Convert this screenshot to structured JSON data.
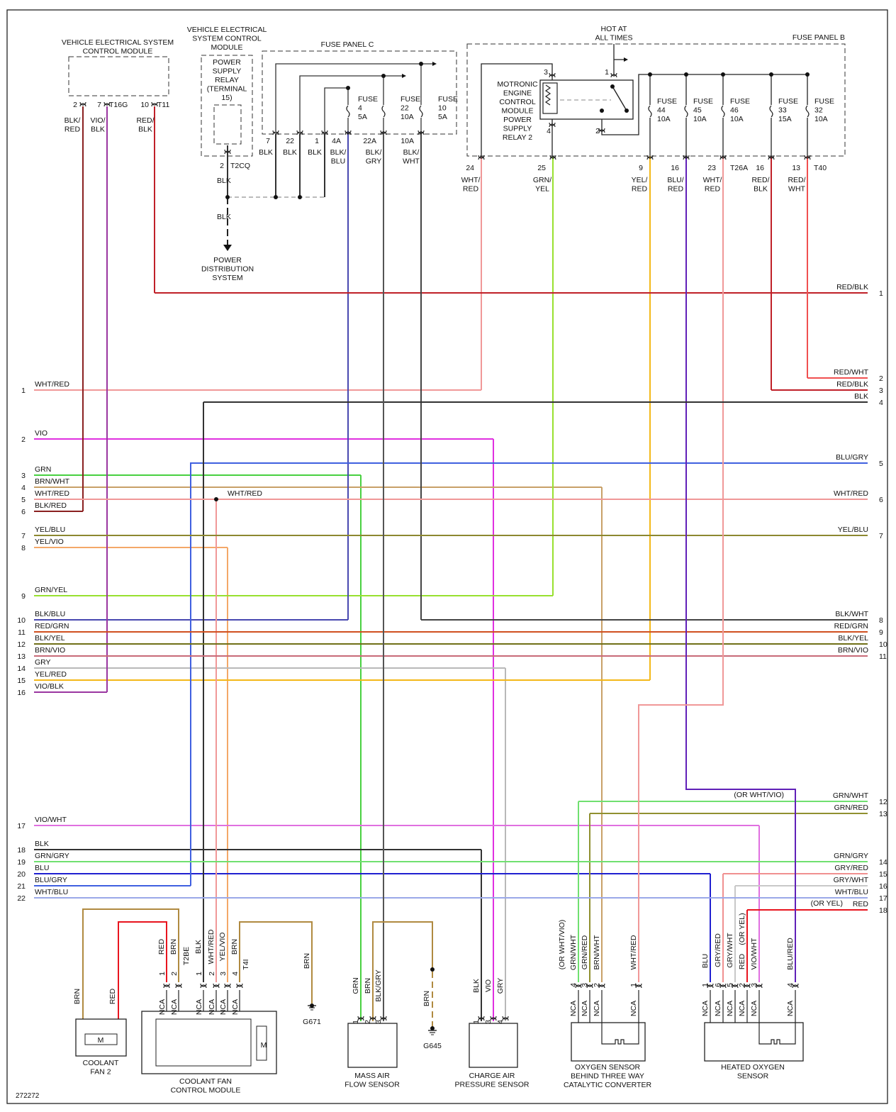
{
  "diagram_id": "272272",
  "colors": {
    "BLK": "#333333",
    "RED": "#e8141e",
    "WHT/RED": "#f09898",
    "VIO": "#e030e0",
    "GRN": "#48d040",
    "BRN": "#b08a40",
    "BRN/WHT": "#c8a068",
    "BLK/RED": "#8a2020",
    "YEL/BLU": "#8c8830",
    "YEL/VIO": "#f4a868",
    "GRN/YEL": "#98e030",
    "BLK/BLU": "#4848b0",
    "RED/GRN": "#d05020",
    "BLK/YEL": "#707018",
    "BRN/VIO": "#c86a78",
    "GRY": "#b8b8b8",
    "YEL/RED": "#f4b818",
    "VIO/BLK": "#9a36a0",
    "VIO/WHT": "#e070e0",
    "GRN/GRY": "#70e070",
    "BLU": "#2020d0",
    "BLU/GRY": "#4060e0",
    "WHT/BLU": "#9aa8e8",
    "RED/BLK": "#c02028",
    "RED/WHT": "#f05050",
    "BLU/RED": "#6020b8",
    "GRN/WHT": "#70e070",
    "GRN/RED": "#909030",
    "GRY/RED": "#f09090",
    "GRY/WHT": "#c8c8c8",
    "BLK/GRY": "#555555",
    "BLK/WHT": "#444444",
    "BLU/GRY_R": "#2828c0"
  },
  "modules": {
    "vescm_title": [
      "VEHICLE ELECTRICAL SYSTEM",
      "CONTROL MODULE"
    ],
    "vescm2_title": [
      "VEHICLE ELECTRICAL",
      "SYSTEM CONTROL",
      "MODULE"
    ],
    "psr_title": [
      "POWER",
      "SUPPLY",
      "RELAY",
      "(TERMINAL",
      "15)"
    ],
    "fuse_panel_c": "FUSE PANEL C",
    "fuse_panel_b": "FUSE PANEL B",
    "hot": [
      "HOT AT",
      "ALL TIMES"
    ],
    "motronic": [
      "MOTRONIC",
      "ENGINE",
      "CONTROL",
      "MODULE",
      "POWER",
      "SUPPLY",
      "RELAY 2"
    ],
    "pds": [
      "POWER",
      "DISTRIBUTION",
      "SYSTEM"
    ],
    "fan2": [
      "COOLANT",
      "FAN 2"
    ],
    "fancm": [
      "COOLANT FAN",
      "CONTROL MODULE"
    ],
    "maf": [
      "MASS AIR",
      "FLOW SENSOR"
    ],
    "cap": [
      "CHARGE AIR",
      "PRESSURE SENSOR"
    ],
    "o2b": [
      "OXYGEN SENSOR",
      "BEHIND THREE WAY",
      "CATALYTIC CONVERTER"
    ],
    "ho2": [
      "HEATED OXYGEN",
      "SENSOR"
    ],
    "g671": "G671",
    "g645": "G645",
    "motor": "M"
  },
  "connectors": {
    "t16g": "T16G",
    "t11": "T11",
    "t2cq": "T2CQ",
    "t26a": "T26A",
    "t40": "T40",
    "t2be": "T2BE",
    "t4i": "T4I"
  },
  "fuses_c": [
    {
      "label": [
        "FUSE",
        "4",
        "5A"
      ]
    },
    {
      "label": [
        "FUSE",
        "22",
        "10A"
      ]
    },
    {
      "label": [
        "FUSE",
        "10",
        "5A"
      ]
    }
  ],
  "fuses_b": [
    {
      "label": [
        "FUSE",
        "44",
        "10A"
      ]
    },
    {
      "label": [
        "FUSE",
        "45",
        "10A"
      ]
    },
    {
      "label": [
        "FUSE",
        "46",
        "10A"
      ]
    },
    {
      "label": [
        "FUSE",
        "33",
        "15A"
      ]
    },
    {
      "label": [
        "FUSE",
        "32",
        "10A"
      ]
    }
  ],
  "pins": {
    "vescm": [
      "2",
      "7",
      "10"
    ],
    "t2cq": "2",
    "fpc": [
      "7",
      "22",
      "1",
      "4A",
      "22A",
      "10A"
    ],
    "relay": [
      "3",
      "4",
      "1",
      "2"
    ],
    "fpb": [
      "24",
      "25",
      "9",
      "16",
      "23",
      "16",
      "13"
    ],
    "fan2cm": [
      "1",
      "2"
    ],
    "t4i": [
      "1",
      "2",
      "3",
      "4"
    ],
    "maf": [
      "1",
      "2",
      "3"
    ],
    "cap": [
      "1",
      "3",
      "4"
    ],
    "o2b": [
      "4",
      "3",
      "2",
      "1"
    ],
    "ho2": [
      "1",
      "6",
      "5",
      "2",
      "3",
      "4"
    ]
  },
  "upper_wire_labels": {
    "vescm": [
      [
        "BLK/",
        "RED"
      ],
      [
        "VIO/",
        "BLK"
      ],
      [
        "RED/",
        "BLK"
      ]
    ],
    "fpc": [
      "BLK",
      "BLK",
      "BLK",
      [
        "BLK/",
        "BLU"
      ],
      [
        "BLK/",
        "GRY"
      ],
      [
        "BLK/",
        "WHT"
      ]
    ],
    "fpb": [
      [
        "WHT/",
        "RED"
      ],
      [
        "GRN/",
        "YEL"
      ],
      [
        "YEL/",
        "RED"
      ],
      [
        "BLU/",
        "RED"
      ],
      [
        "WHT/",
        "RED"
      ],
      [
        "RED/",
        "BLK"
      ],
      [
        "RED/",
        "WHT"
      ]
    ],
    "t2cq_blk": "BLK",
    "pds_blk": "BLK"
  },
  "left_bus": [
    {
      "pin": "1",
      "label": "WHT/RED"
    },
    {
      "pin": "2",
      "label": "VIO"
    },
    {
      "pin": "3",
      "label": "GRN"
    },
    {
      "pin": "4",
      "label": "BRN/WHT"
    },
    {
      "pin": "5",
      "label": "WHT/RED"
    },
    {
      "pin": "6",
      "label": "BLK/RED"
    },
    {
      "pin": "7",
      "label": "YEL/BLU"
    },
    {
      "pin": "8",
      "label": "YEL/VIO"
    },
    {
      "pin": "9",
      "label": "GRN/YEL"
    },
    {
      "pin": "10",
      "label": "BLK/BLU"
    },
    {
      "pin": "11",
      "label": "RED/GRN"
    },
    {
      "pin": "12",
      "label": "BLK/YEL"
    },
    {
      "pin": "13",
      "label": "BRN/VIO"
    },
    {
      "pin": "14",
      "label": "GRY"
    },
    {
      "pin": "15",
      "label": "YEL/RED"
    },
    {
      "pin": "16",
      "label": "VIO/BLK"
    },
    {
      "pin": "17",
      "label": "VIO/WHT"
    },
    {
      "pin": "18",
      "label": "BLK"
    },
    {
      "pin": "19",
      "label": "GRN/GRY"
    },
    {
      "pin": "20",
      "label": "BLU"
    },
    {
      "pin": "21",
      "label": "BLU/GRY"
    },
    {
      "pin": "22",
      "label": "WHT/BLU"
    }
  ],
  "right_bus": [
    {
      "pin": "1",
      "label": "RED/BLK"
    },
    {
      "pin": "2",
      "label": "RED/WHT"
    },
    {
      "pin": "3",
      "label": "RED/BLK"
    },
    {
      "pin": "4",
      "label": "BLK"
    },
    {
      "pin": "5",
      "label": "BLU/GRY"
    },
    {
      "pin": "6",
      "label": "WHT/RED"
    },
    {
      "pin": "7",
      "label": "YEL/BLU"
    },
    {
      "pin": "8",
      "label": "BLK/WHT"
    },
    {
      "pin": "9",
      "label": "RED/GRN"
    },
    {
      "pin": "10",
      "label": "BLK/YEL"
    },
    {
      "pin": "11",
      "label": "BRN/VIO"
    },
    {
      "pin": "12",
      "label": "GRN/WHT"
    },
    {
      "pin": "13",
      "label": "GRN/RED"
    },
    {
      "pin": "14",
      "label": "GRN/GRY"
    },
    {
      "pin": "15",
      "label": "GRY/RED"
    },
    {
      "pin": "16",
      "label": "GRY/WHT"
    },
    {
      "pin": "17",
      "label": "WHT/BLU"
    },
    {
      "pin": "18",
      "label": "RED"
    }
  ],
  "notes": {
    "or_wht_vio": "(OR WHT/VIO)",
    "or_yel": "(OR YEL)",
    "splice_wht_red": "WHT/RED"
  },
  "bottom_wire_labels": {
    "fan2": [
      "BRN",
      "RED"
    ],
    "fancm_top": [
      "RED",
      "BRN",
      "BLK",
      "WHT/RED",
      "YEL/VIO",
      "BRN"
    ],
    "g671_brn": "BRN",
    "maf": [
      "GRN",
      "BRN",
      "BLK/GRY"
    ],
    "g645_brn": "BRN",
    "cap": [
      "BLK",
      "VIO",
      "GRY"
    ],
    "o2b": [
      "(OR WHT/VIO)",
      "GRN/WHT",
      "GRN/RED",
      "BRN/WHT",
      "WHT/RED"
    ],
    "ho2": [
      "BLU",
      "GRY/RED",
      "GRY/WHT",
      "RED",
      "(OR YEL)",
      "VIO/WHT",
      "BLU/RED"
    ],
    "nca": "NCA"
  }
}
